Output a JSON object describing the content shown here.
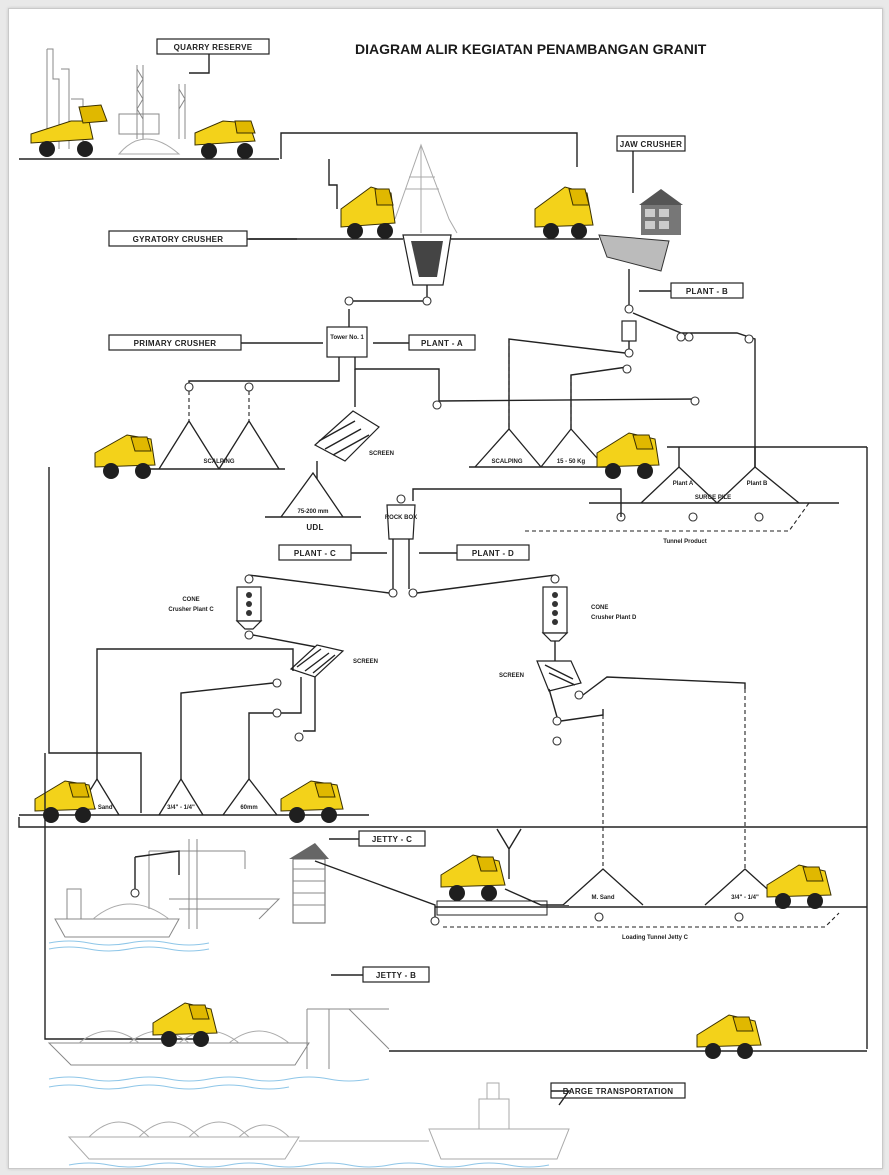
{
  "title": "DIAGRAM ALIR KEGIATAN PENAMBANGAN GRANIT",
  "labels": {
    "quarry_reserve": "QUARRY RESERVE",
    "jaw_crusher": "JAW CRUSHER",
    "gyratory_crusher": "GYRATORY CRUSHER",
    "plant_b": "PLANT - B",
    "primary_crusher": "PRIMARY CRUSHER",
    "tower": "Tower No. 1",
    "plant_a": "PLANT - A",
    "scalping_a": "SCALPING",
    "screen_a": "SCREEN",
    "scalping_b": "SCALPING",
    "pile_b2": "15 - 50 Kg",
    "udl_size": "75-200 mm",
    "udl": "UDL",
    "plant_a_pile": "Plant A",
    "plant_b_pile": "Plant B",
    "surge_pile": "SURGE PILE",
    "tunnel_product": "Tunnel Product",
    "rock_box": "ROCK BOX",
    "plant_c": "PLANT - C",
    "plant_d": "PLANT - D",
    "cone_c_title": "CONE",
    "cone_c_sub": "Crusher Plant C",
    "cone_d_title": "CONE",
    "cone_d_sub": "Crusher Plant D",
    "screen_c": "SCREEN",
    "screen_d": "SCREEN",
    "pile_m_sand": "M. Sand",
    "pile_c2": "3/4\" - 1/4\"",
    "pile_c3": "60mm",
    "jetty_c": "JETTY - C",
    "pile_jetty_m_sand": "M. Sand",
    "pile_jetty_2": "3/4\" - 1/4\"",
    "loading_tunnel": "Loading Tunnel Jetty C",
    "jetty_b": "JETTY - B",
    "barge_transportation": "BARGE TRANSPORTATION"
  },
  "colors": {
    "truck": "#f3d21a",
    "line": "#222222",
    "water": "#8ec6e8"
  }
}
